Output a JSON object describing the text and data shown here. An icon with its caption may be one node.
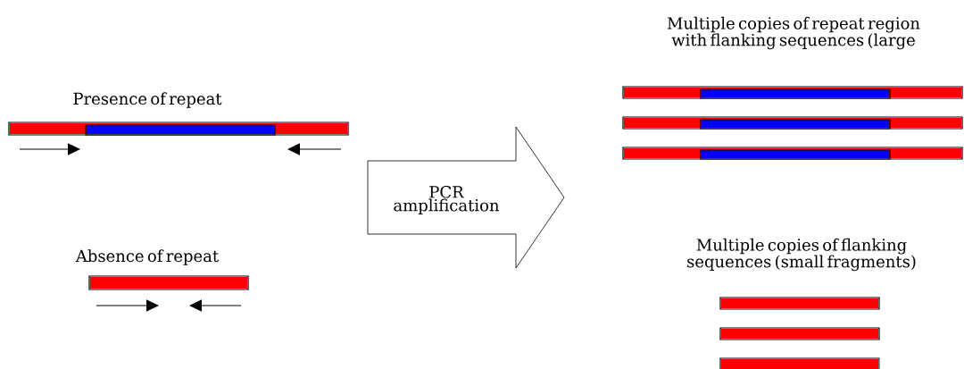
{
  "diagram": {
    "nodes": [
      {
        "text": [
          "PCR amplification"
        ]
      }
    ],
    "labels": [
      "Presence of repeat",
      "Absence of repeat",
      "Multiple copies of repeat region with flanking sequences (large",
      "Multiple copies of flanking sequences (small fragments)"
    ]
  }
}
